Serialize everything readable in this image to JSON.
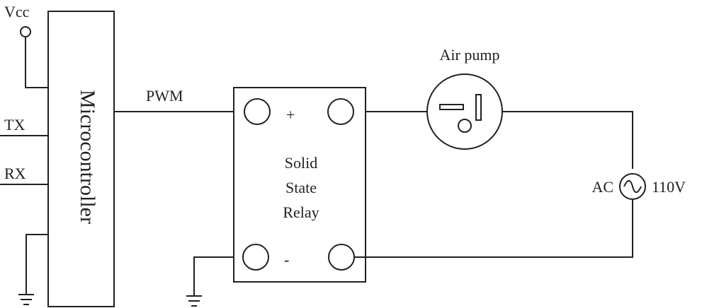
{
  "vcc_label": "Vcc",
  "microcontroller": {
    "label": "Microcontroller",
    "tx_label": "TX",
    "rx_label": "RX"
  },
  "pwm_label": "PWM",
  "relay": {
    "label_lines": [
      "Solid",
      "State",
      "Relay"
    ],
    "plus_label": "+",
    "minus_label": "-"
  },
  "pump": {
    "label": "Air pump"
  },
  "ac_source": {
    "left_label": "AC",
    "right_label": "110V"
  },
  "colors": {
    "ink": "#231f20",
    "background": "#ffffff"
  }
}
